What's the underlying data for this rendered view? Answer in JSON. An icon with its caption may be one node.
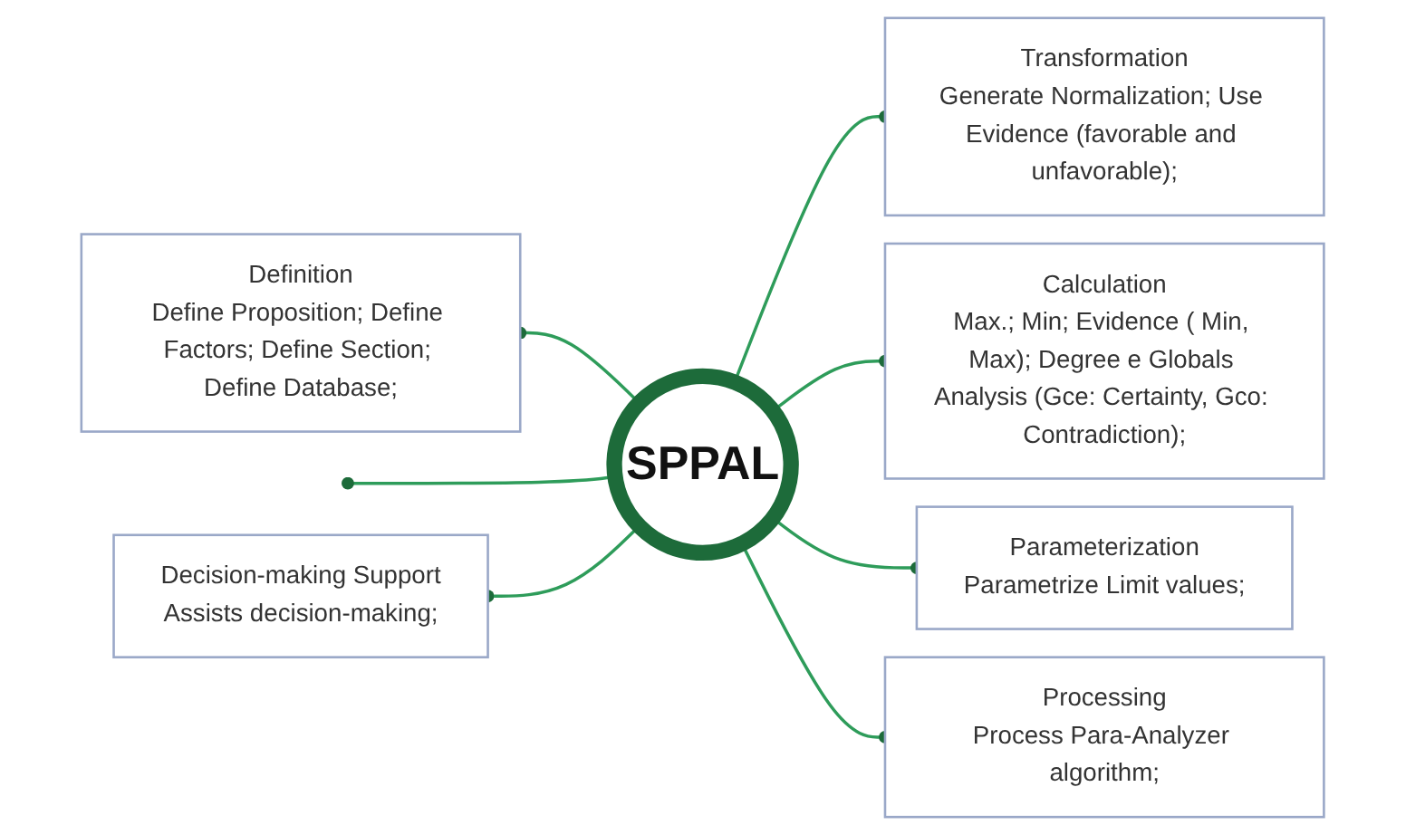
{
  "diagram": {
    "nodes": [
      {
        "text": [
          "SPPAL"
        ]
      },
      {
        "text": [
          "Definition",
          "Define Proposition; Define Factors; Define Section; Define Database;"
        ]
      },
      {
        "text": [
          "Transformation",
          "Generate Normalization; Use Evidence (favorable and unfavorable);"
        ]
      },
      {
        "text": [
          "Calculation",
          "Max.; Min; Evidence ( Min, Max); Degree e Globals Analysis (Gce: Certainty, Gco: Contradiction);"
        ]
      },
      {
        "text": [
          "Parameterization",
          "Parametrize Limit values;"
        ]
      },
      {
        "text": [
          "Processing",
          "Process Para-Analyzer algorithm;"
        ]
      },
      {
        "text": [
          "Decision-making Support",
          "Assists decision-making;"
        ]
      }
    ],
    "edges": [
      {
        "from": 0,
        "to": 1,
        "arrow": "other"
      },
      {
        "from": 0,
        "to": null,
        "arrow": "other"
      },
      {
        "from": 0,
        "to": 6,
        "arrow": "other"
      },
      {
        "from": 0,
        "to": 2,
        "arrow": "other"
      },
      {
        "from": 0,
        "to": 3,
        "arrow": "other"
      },
      {
        "from": 0,
        "to": 4,
        "arrow": "other"
      },
      {
        "from": 0,
        "to": 5,
        "arrow": "other"
      }
    ]
  }
}
